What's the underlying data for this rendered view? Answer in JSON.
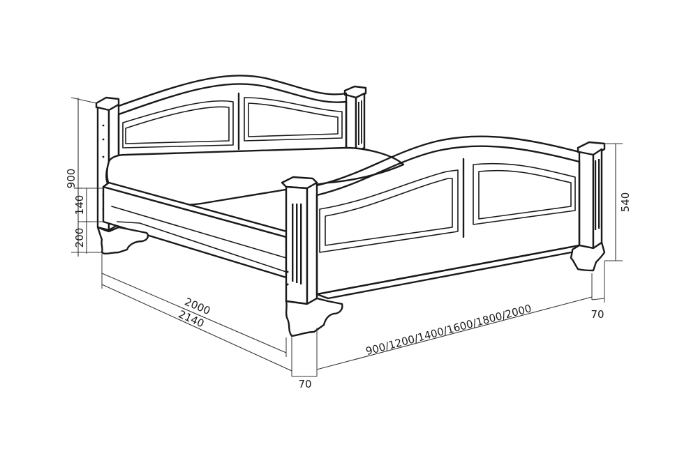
{
  "drawing": {
    "subject": "bed-line-drawing",
    "line_color": "#1a1a1a",
    "background": "#ffffff"
  },
  "dimensions": {
    "total_height": "900",
    "side_rail_height": "140",
    "leg_height": "200",
    "footboard_height": "540",
    "inner_length": "2000",
    "outer_length": "2140",
    "widths": "900/1200/1400/1600/1800/2000",
    "post_width_front": "70",
    "post_width_right": "70"
  }
}
